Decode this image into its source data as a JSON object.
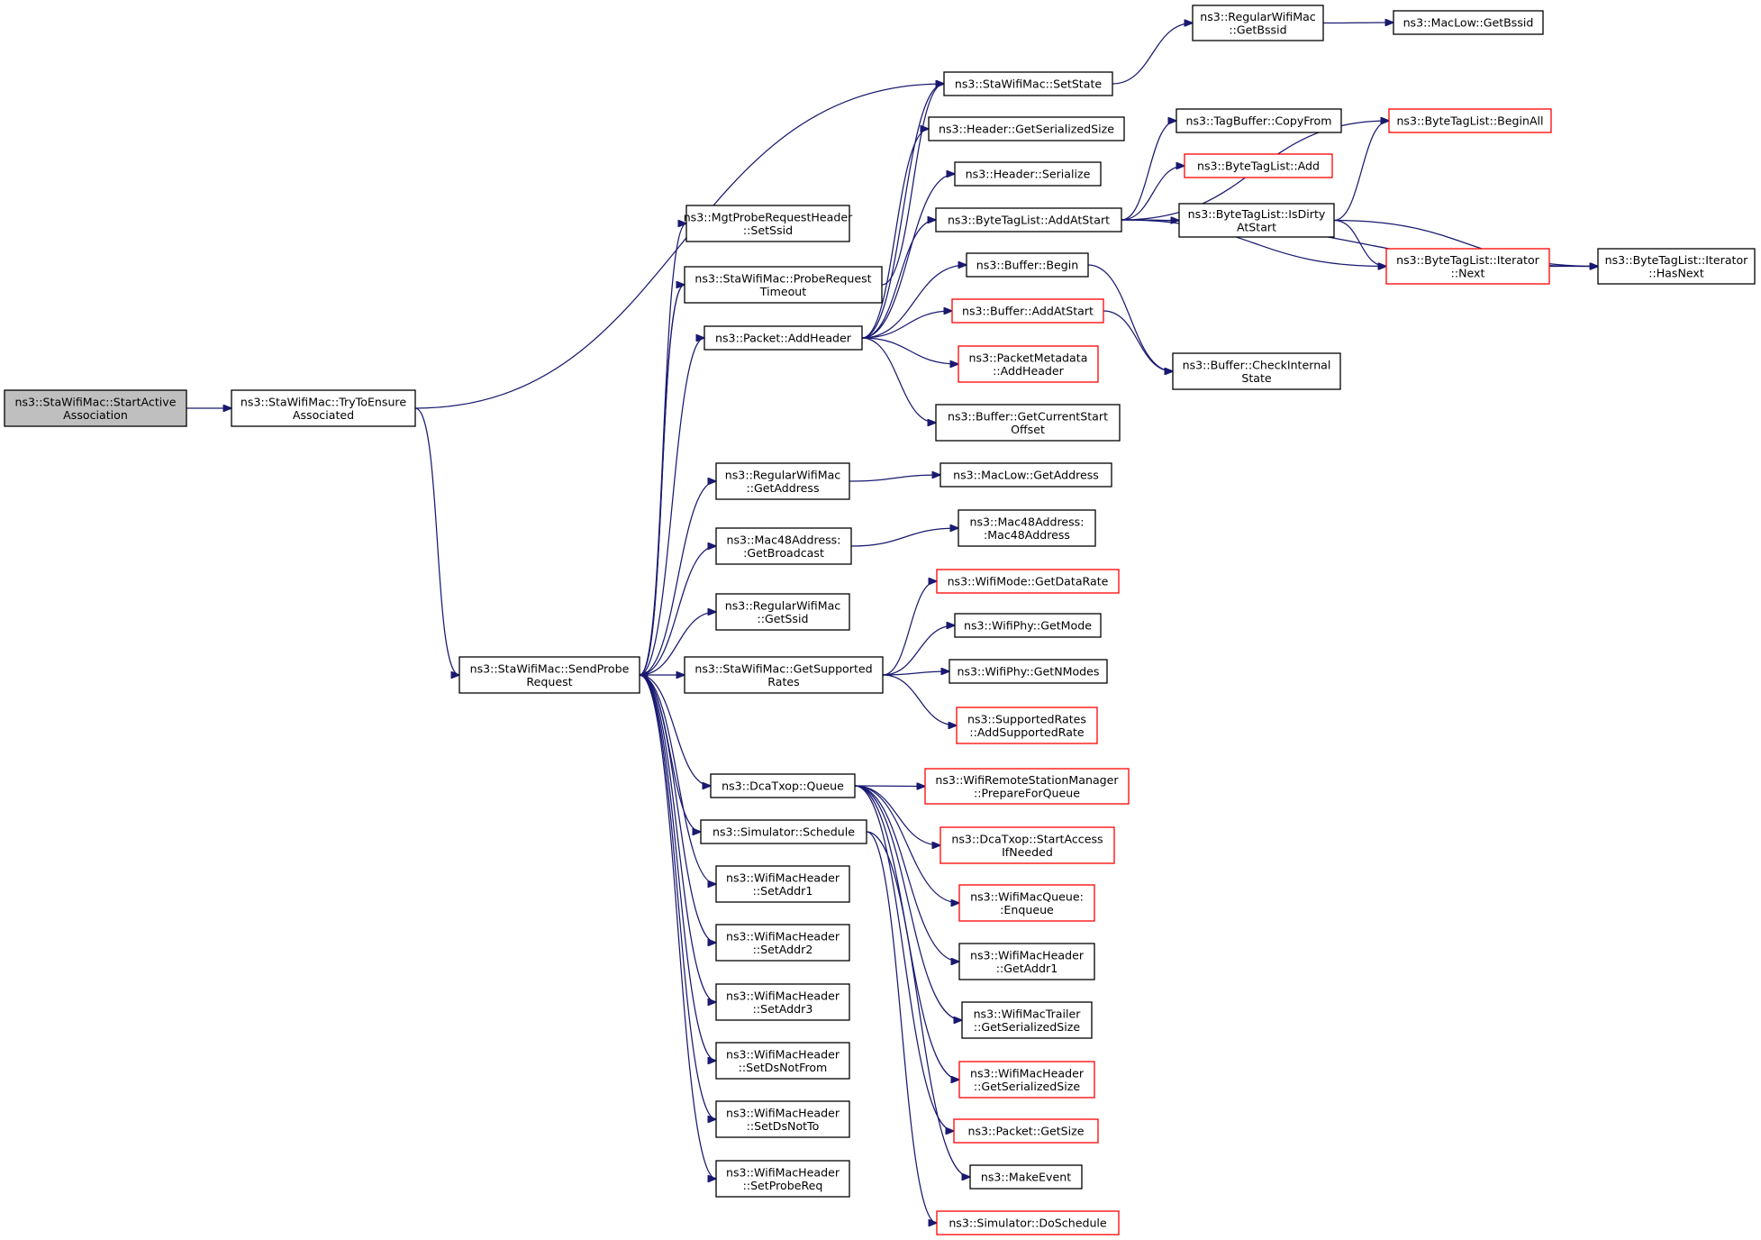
{
  "graph": {
    "type": "call-graph",
    "edge_color": "#191970",
    "root_fill": "#bfbfbf",
    "node_fill": "#ffffff",
    "border_colors": {
      "normal": "#000000",
      "truncated": "#ff0000"
    }
  },
  "nodes": [
    {
      "id": "start_active_association",
      "lines": [
        "ns3::StaWifiMac::StartActive",
        "Association"
      ],
      "style": "root"
    },
    {
      "id": "try_to_ensure_associated",
      "lines": [
        "ns3::StaWifiMac::TryToEnsure",
        "Associated"
      ],
      "style": "normal"
    },
    {
      "id": "set_state",
      "lines": [
        "ns3::StaWifiMac::SetState"
      ],
      "style": "normal"
    },
    {
      "id": "send_probe_request",
      "lines": [
        "ns3::StaWifiMac::SendProbe",
        "Request"
      ],
      "style": "normal"
    },
    {
      "id": "get_bssid_regular",
      "lines": [
        "ns3::RegularWifiMac",
        "::GetBssid"
      ],
      "style": "normal"
    },
    {
      "id": "maclow_get_bssid",
      "lines": [
        "ns3::MacLow::GetBssid"
      ],
      "style": "normal"
    },
    {
      "id": "mgt_set_ssid",
      "lines": [
        "ns3::MgtProbeRequestHeader",
        "::SetSsid"
      ],
      "style": "normal"
    },
    {
      "id": "probe_request_timeout",
      "lines": [
        "ns3::StaWifiMac::ProbeRequest",
        "Timeout"
      ],
      "style": "normal"
    },
    {
      "id": "packet_add_header",
      "lines": [
        "ns3::Packet::AddHeader"
      ],
      "style": "normal"
    },
    {
      "id": "regular_get_address",
      "lines": [
        "ns3::RegularWifiMac",
        "::GetAddress"
      ],
      "style": "normal"
    },
    {
      "id": "mac48_get_broadcast",
      "lines": [
        "ns3::Mac48Address:",
        ":GetBroadcast"
      ],
      "style": "normal"
    },
    {
      "id": "regular_get_ssid",
      "lines": [
        "ns3::RegularWifiMac",
        "::GetSsid"
      ],
      "style": "normal"
    },
    {
      "id": "get_supported_rates",
      "lines": [
        "ns3::StaWifiMac::GetSupported",
        "Rates"
      ],
      "style": "normal"
    },
    {
      "id": "dcatxop_queue",
      "lines": [
        "ns3::DcaTxop::Queue"
      ],
      "style": "normal"
    },
    {
      "id": "simulator_schedule",
      "lines": [
        "ns3::Simulator::Schedule"
      ],
      "style": "normal"
    },
    {
      "id": "set_addr1",
      "lines": [
        "ns3::WifiMacHeader",
        "::SetAddr1"
      ],
      "style": "normal"
    },
    {
      "id": "set_addr2",
      "lines": [
        "ns3::WifiMacHeader",
        "::SetAddr2"
      ],
      "style": "normal"
    },
    {
      "id": "set_addr3",
      "lines": [
        "ns3::WifiMacHeader",
        "::SetAddr3"
      ],
      "style": "normal"
    },
    {
      "id": "set_ds_not_from",
      "lines": [
        "ns3::WifiMacHeader",
        "::SetDsNotFrom"
      ],
      "style": "normal"
    },
    {
      "id": "set_ds_not_to",
      "lines": [
        "ns3::WifiMacHeader",
        "::SetDsNotTo"
      ],
      "style": "normal"
    },
    {
      "id": "set_probe_req",
      "lines": [
        "ns3::WifiMacHeader",
        "::SetProbeReq"
      ],
      "style": "normal"
    },
    {
      "id": "header_get_serialized_size",
      "lines": [
        "ns3::Header::GetSerializedSize"
      ],
      "style": "normal"
    },
    {
      "id": "header_serialize",
      "lines": [
        "ns3::Header::Serialize"
      ],
      "style": "normal"
    },
    {
      "id": "bytetaglist_add_at_start",
      "lines": [
        "ns3::ByteTagList::AddAtStart"
      ],
      "style": "normal"
    },
    {
      "id": "buffer_begin",
      "lines": [
        "ns3::Buffer::Begin"
      ],
      "style": "normal"
    },
    {
      "id": "buffer_add_at_start",
      "lines": [
        "ns3::Buffer::AddAtStart"
      ],
      "style": "truncated"
    },
    {
      "id": "packet_metadata_add_header",
      "lines": [
        "ns3::PacketMetadata",
        "::AddHeader"
      ],
      "style": "truncated"
    },
    {
      "id": "buffer_get_current_start_offset",
      "lines": [
        "ns3::Buffer::GetCurrentStart",
        "Offset"
      ],
      "style": "normal"
    },
    {
      "id": "tagbuffer_copy_from",
      "lines": [
        "ns3::TagBuffer::CopyFrom"
      ],
      "style": "normal"
    },
    {
      "id": "bytetaglist_add",
      "lines": [
        "ns3::ByteTagList::Add"
      ],
      "style": "truncated"
    },
    {
      "id": "bytetaglist_is_dirty_at_start",
      "lines": [
        "ns3::ByteTagList::IsDirty",
        "AtStart"
      ],
      "style": "normal"
    },
    {
      "id": "bytetaglist_begin_all",
      "lines": [
        "ns3::ByteTagList::BeginAll"
      ],
      "style": "truncated"
    },
    {
      "id": "bytetaglist_iterator_next",
      "lines": [
        "ns3::ByteTagList::Iterator",
        "::Next"
      ],
      "style": "truncated"
    },
    {
      "id": "bytetaglist_iterator_has_next",
      "lines": [
        "ns3::ByteTagList::Iterator",
        "::HasNext"
      ],
      "style": "normal"
    },
    {
      "id": "buffer_check_internal_state",
      "lines": [
        "ns3::Buffer::CheckInternal",
        "State"
      ],
      "style": "normal"
    },
    {
      "id": "maclow_get_address",
      "lines": [
        "ns3::MacLow::GetAddress"
      ],
      "style": "normal"
    },
    {
      "id": "mac48_mac48address",
      "lines": [
        "ns3::Mac48Address:",
        ":Mac48Address"
      ],
      "style": "normal"
    },
    {
      "id": "wifimode_get_data_rate",
      "lines": [
        "ns3::WifiMode::GetDataRate"
      ],
      "style": "truncated"
    },
    {
      "id": "wifiphy_get_mode",
      "lines": [
        "ns3::WifiPhy::GetMode"
      ],
      "style": "normal"
    },
    {
      "id": "wifiphy_get_nmodes",
      "lines": [
        "ns3::WifiPhy::GetNModes"
      ],
      "style": "normal"
    },
    {
      "id": "supported_rates_add",
      "lines": [
        "ns3::SupportedRates",
        "::AddSupportedRate"
      ],
      "style": "truncated"
    },
    {
      "id": "prepare_for_queue",
      "lines": [
        "ns3::WifiRemoteStationManager",
        "::PrepareForQueue"
      ],
      "style": "truncated"
    },
    {
      "id": "start_access_if_needed",
      "lines": [
        "ns3::DcaTxop::StartAccess",
        "IfNeeded"
      ],
      "style": "truncated"
    },
    {
      "id": "wifimacqueue_enqueue",
      "lines": [
        "ns3::WifiMacQueue:",
        ":Enqueue"
      ],
      "style": "truncated"
    },
    {
      "id": "wifimacheader_get_addr1",
      "lines": [
        "ns3::WifiMacHeader",
        "::GetAddr1"
      ],
      "style": "normal"
    },
    {
      "id": "wifimactrailer_get_serialized_size",
      "lines": [
        "ns3::WifiMacTrailer",
        "::GetSerializedSize"
      ],
      "style": "normal"
    },
    {
      "id": "wifimacheader_get_serialized_size",
      "lines": [
        "ns3::WifiMacHeader",
        "::GetSerializedSize"
      ],
      "style": "truncated"
    },
    {
      "id": "packet_get_size",
      "lines": [
        "ns3::Packet::GetSize"
      ],
      "style": "truncated"
    },
    {
      "id": "make_event",
      "lines": [
        "ns3::MakeEvent"
      ],
      "style": "normal"
    },
    {
      "id": "simulator_do_schedule",
      "lines": [
        "ns3::Simulator::DoSchedule"
      ],
      "style": "truncated"
    }
  ],
  "edges": [
    {
      "from": "start_active_association",
      "to": "try_to_ensure_associated"
    },
    {
      "from": "try_to_ensure_associated",
      "to": "set_state"
    },
    {
      "from": "try_to_ensure_associated",
      "to": "send_probe_request"
    },
    {
      "from": "set_state",
      "to": "get_bssid_regular"
    },
    {
      "from": "get_bssid_regular",
      "to": "maclow_get_bssid"
    },
    {
      "from": "send_probe_request",
      "to": "mgt_set_ssid"
    },
    {
      "from": "send_probe_request",
      "to": "probe_request_timeout"
    },
    {
      "from": "send_probe_request",
      "to": "packet_add_header"
    },
    {
      "from": "send_probe_request",
      "to": "regular_get_address"
    },
    {
      "from": "send_probe_request",
      "to": "mac48_get_broadcast"
    },
    {
      "from": "send_probe_request",
      "to": "regular_get_ssid"
    },
    {
      "from": "send_probe_request",
      "to": "get_supported_rates"
    },
    {
      "from": "send_probe_request",
      "to": "dcatxop_queue"
    },
    {
      "from": "send_probe_request",
      "to": "simulator_schedule"
    },
    {
      "from": "send_probe_request",
      "to": "set_addr1"
    },
    {
      "from": "send_probe_request",
      "to": "set_addr2"
    },
    {
      "from": "send_probe_request",
      "to": "set_addr3"
    },
    {
      "from": "send_probe_request",
      "to": "set_ds_not_from"
    },
    {
      "from": "send_probe_request",
      "to": "set_ds_not_to"
    },
    {
      "from": "send_probe_request",
      "to": "set_probe_req"
    },
    {
      "from": "probe_request_timeout",
      "to": "send_probe_request"
    },
    {
      "from": "probe_request_timeout",
      "to": "set_state"
    },
    {
      "from": "packet_add_header",
      "to": "set_state"
    },
    {
      "from": "packet_add_header",
      "to": "header_get_serialized_size"
    },
    {
      "from": "packet_add_header",
      "to": "header_serialize"
    },
    {
      "from": "packet_add_header",
      "to": "bytetaglist_add_at_start"
    },
    {
      "from": "packet_add_header",
      "to": "buffer_begin"
    },
    {
      "from": "packet_add_header",
      "to": "buffer_add_at_start"
    },
    {
      "from": "packet_add_header",
      "to": "packet_metadata_add_header"
    },
    {
      "from": "packet_add_header",
      "to": "buffer_get_current_start_offset"
    },
    {
      "from": "bytetaglist_add_at_start",
      "to": "tagbuffer_copy_from"
    },
    {
      "from": "bytetaglist_add_at_start",
      "to": "bytetaglist_add"
    },
    {
      "from": "bytetaglist_add_at_start",
      "to": "bytetaglist_is_dirty_at_start"
    },
    {
      "from": "bytetaglist_add_at_start",
      "to": "bytetaglist_begin_all"
    },
    {
      "from": "bytetaglist_add_at_start",
      "to": "bytetaglist_iterator_next"
    },
    {
      "from": "bytetaglist_add_at_start",
      "to": "bytetaglist_iterator_has_next"
    },
    {
      "from": "bytetaglist_is_dirty_at_start",
      "to": "bytetaglist_begin_all"
    },
    {
      "from": "bytetaglist_is_dirty_at_start",
      "to": "bytetaglist_iterator_next"
    },
    {
      "from": "bytetaglist_is_dirty_at_start",
      "to": "bytetaglist_iterator_has_next"
    },
    {
      "from": "bytetaglist_iterator_next",
      "to": "bytetaglist_iterator_has_next"
    },
    {
      "from": "buffer_begin",
      "to": "buffer_check_internal_state"
    },
    {
      "from": "buffer_add_at_start",
      "to": "buffer_check_internal_state"
    },
    {
      "from": "regular_get_address",
      "to": "maclow_get_address"
    },
    {
      "from": "mac48_get_broadcast",
      "to": "mac48_mac48address"
    },
    {
      "from": "get_supported_rates",
      "to": "wifimode_get_data_rate"
    },
    {
      "from": "get_supported_rates",
      "to": "wifiphy_get_mode"
    },
    {
      "from": "get_supported_rates",
      "to": "wifiphy_get_nmodes"
    },
    {
      "from": "get_supported_rates",
      "to": "supported_rates_add"
    },
    {
      "from": "dcatxop_queue",
      "to": "prepare_for_queue"
    },
    {
      "from": "dcatxop_queue",
      "to": "start_access_if_needed"
    },
    {
      "from": "dcatxop_queue",
      "to": "wifimacqueue_enqueue"
    },
    {
      "from": "dcatxop_queue",
      "to": "wifimacheader_get_addr1"
    },
    {
      "from": "dcatxop_queue",
      "to": "wifimactrailer_get_serialized_size"
    },
    {
      "from": "dcatxop_queue",
      "to": "wifimacheader_get_serialized_size"
    },
    {
      "from": "dcatxop_queue",
      "to": "packet_get_size"
    },
    {
      "from": "simulator_schedule",
      "to": "make_event"
    },
    {
      "from": "simulator_schedule",
      "to": "simulator_do_schedule"
    }
  ]
}
